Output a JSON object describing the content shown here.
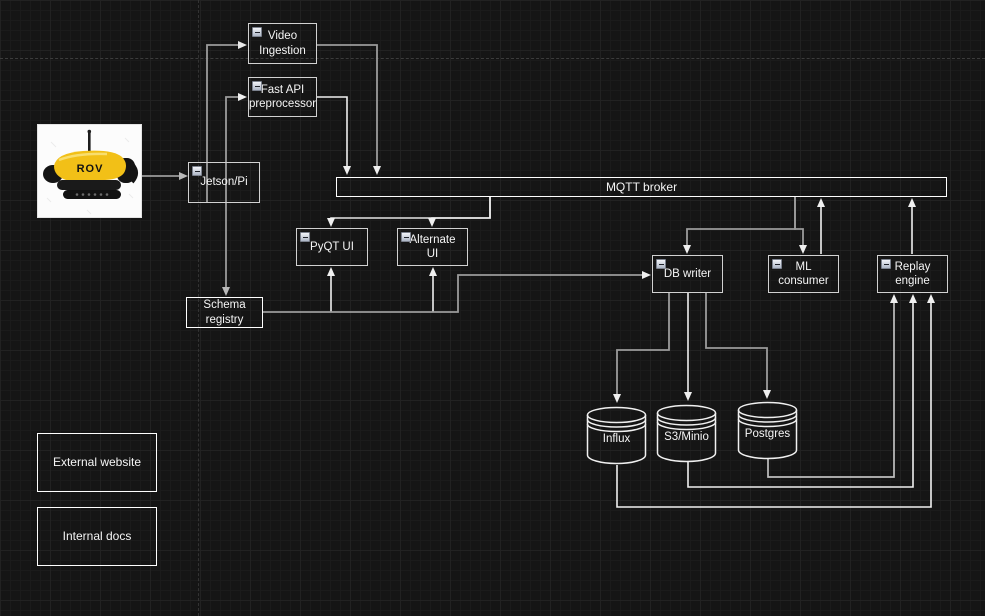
{
  "diagram": {
    "tool": "drawio-dark-canvas",
    "colors": {
      "background": "#151515",
      "edge_gray": "#9b9b9b",
      "edge_white": "#f0f0f0",
      "edge_mid": "#c0c0c0",
      "node_border": "#d2d2d2",
      "plain_border": "#ffffff",
      "text": "#f5f5f5",
      "rov_body_yellow": "#f2c017"
    },
    "nodes": {
      "rov_image": {
        "label": "ROV",
        "type": "image"
      },
      "jetson": {
        "label": "Jetson/Pi",
        "collapse_icon": true
      },
      "video_ingestion": {
        "label": "Video\nIngestion",
        "collapse_icon": true
      },
      "fast_api": {
        "label": "Fast API\npreprocessor",
        "collapse_icon": true
      },
      "mqtt_broker": {
        "label": "MQTT broker",
        "collapse_icon": false
      },
      "pyqt_ui": {
        "label": "PyQT UI",
        "collapse_icon": true
      },
      "alternate_ui": {
        "label": "Alternate\nUI",
        "collapse_icon": true
      },
      "schema_registry": {
        "label": "Schema\nregistry",
        "collapse_icon": false
      },
      "db_writer": {
        "label": "DB writer",
        "collapse_icon": true
      },
      "ml_consumer": {
        "label": "ML\nconsumer",
        "collapse_icon": true
      },
      "replay_engine": {
        "label": "Replay\nengine",
        "collapse_icon": true
      },
      "influx": {
        "label": "Influx",
        "type": "database-cylinder"
      },
      "s3_minio": {
        "label": "S3/Minio",
        "type": "database-cylinder"
      },
      "postgres": {
        "label": "Postgres",
        "type": "database-cylinder"
      },
      "external_website": {
        "label": "External website"
      },
      "internal_docs": {
        "label": "Internal docs"
      }
    },
    "edges": [
      {
        "from": "rov_image",
        "to": "jetson"
      },
      {
        "from": "jetson",
        "to": "video_ingestion"
      },
      {
        "from": "jetson",
        "to": "fast_api"
      },
      {
        "from": "jetson",
        "to": "schema_registry"
      },
      {
        "from": "video_ingestion",
        "to": "mqtt_broker"
      },
      {
        "from": "fast_api",
        "to": "mqtt_broker"
      },
      {
        "from": "mqtt_broker",
        "to": "pyqt_ui"
      },
      {
        "from": "mqtt_broker",
        "to": "alternate_ui"
      },
      {
        "from": "mqtt_broker",
        "to": "db_writer"
      },
      {
        "from": "mqtt_broker",
        "to": "ml_consumer"
      },
      {
        "from": "ml_consumer",
        "to": "mqtt_broker"
      },
      {
        "from": "replay_engine",
        "to": "mqtt_broker"
      },
      {
        "from": "schema_registry",
        "to": "pyqt_ui"
      },
      {
        "from": "schema_registry",
        "to": "alternate_ui"
      },
      {
        "from": "schema_registry",
        "to": "db_writer"
      },
      {
        "from": "db_writer",
        "to": "influx"
      },
      {
        "from": "db_writer",
        "to": "s3_minio"
      },
      {
        "from": "db_writer",
        "to": "postgres"
      },
      {
        "from": "influx",
        "to": "replay_engine"
      },
      {
        "from": "s3_minio",
        "to": "replay_engine"
      },
      {
        "from": "postgres",
        "to": "replay_engine"
      }
    ]
  }
}
